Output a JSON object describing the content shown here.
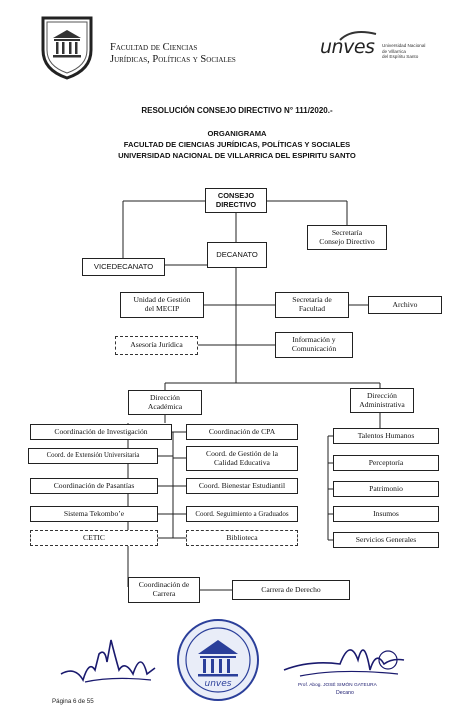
{
  "header": {
    "faculty_line1": "Facultad de Ciencias",
    "faculty_line2": "Jurídicas, Políticas y Sociales",
    "unves_logo": "unves",
    "university_line1": "Universidad Nacional",
    "university_line2": "de Villarrica",
    "university_line3": "del Espíritu Santo"
  },
  "titles": {
    "resolution": "RESOLUCIÓN CONSEJO DIRECTIVO N° 111/2020.-",
    "organigrama": "ORGANIGRAMA",
    "faculty": "FACULTAD DE CIENCIAS JURÍDICAS, POLÍTICAS Y SOCIALES",
    "university": "UNIVERSIDAD NACIONAL DE VILLARRICA DEL ESPIRITU SANTO"
  },
  "org": {
    "consejo_line1": "CONSEJO",
    "consejo_line2": "DIRECTIVO",
    "secretaria_consejo_line1": "Secretaría",
    "secretaria_consejo_line2": "Consejo Directivo",
    "decanato": "DECANATO",
    "vicedecanato": "VICEDECANATO",
    "mecip_line1": "Unidad de Gestión",
    "mecip_line2": "del MECIP",
    "secretaria_facultad_line1": "Secretaría de",
    "secretaria_facultad_line2": "Facultad",
    "archivo": "Archivo",
    "asesoria": "Asesoría Jurídica",
    "informacion_line1": "Información y",
    "informacion_line2": "Comunicación",
    "dir_academica_line1": "Dirección",
    "dir_academica_line2": "Académica",
    "dir_admin_line1": "Dirección",
    "dir_admin_line2": "Administrativa",
    "coord_investigacion": "Coordinación de Investigación",
    "coord_cpa": "Coordinación de CPA",
    "coord_extension": "Coord. de Extensión Universitaria",
    "coord_calidad_line1": "Coord. de Gestión de la",
    "coord_calidad_line2": "Calidad Educativa",
    "coord_pasantias": "Coordinación de Pasantías",
    "coord_bienestar": "Coord. Bienestar Estudiantil",
    "sistema_tekombo": "Sistema Tekombo’e",
    "coord_graduados": "Coord. Seguimiento a Graduados",
    "cetic": "CETIC",
    "biblioteca": "Biblioteca",
    "talentos": "Talentos Humanos",
    "perceptoria": "Perceptoría",
    "patrimonio": "Patrimonio",
    "insumos": "Insumos",
    "servicios": "Servicios Generales",
    "coord_carrera_line1": "Coordinación de",
    "coord_carrera_line2": "Carrera",
    "carrera_derecho": "Carrera de Derecho"
  },
  "footer": {
    "page": "Página 6 de 55",
    "signature_name": "Prof. Abog. JOSÉ SIMÓN GATEURA",
    "signature_role": "Decano",
    "seal_text": "unves"
  }
}
